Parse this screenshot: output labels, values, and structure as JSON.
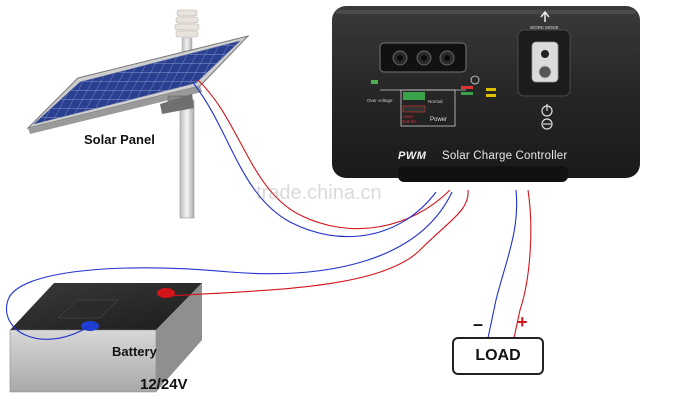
{
  "labels": {
    "solar_panel": "Solar Panel",
    "battery": "Battery",
    "voltage": "12/24V",
    "load": "LOAD",
    "minus": "–",
    "plus": "+"
  },
  "controller": {
    "brand": "PWM",
    "title": "Solar Charge Controller",
    "work_mode": "WORK MODE",
    "over_voltage": "Over voltage",
    "normal": "Normal",
    "lower": "Lower",
    "overdischarge": "Overdis",
    "power": "Power"
  },
  "watermark": "trade.china.cn",
  "colors": {
    "positive_wire": "#d4141b",
    "negative_wire": "#2233cc",
    "controller_body": "#2a2a2a",
    "panel_cell": "#2a3f8f"
  },
  "icons": [
    "solar-panel-icon",
    "battery-icon",
    "controller-icon",
    "power-icon",
    "arrow-up-icon"
  ]
}
